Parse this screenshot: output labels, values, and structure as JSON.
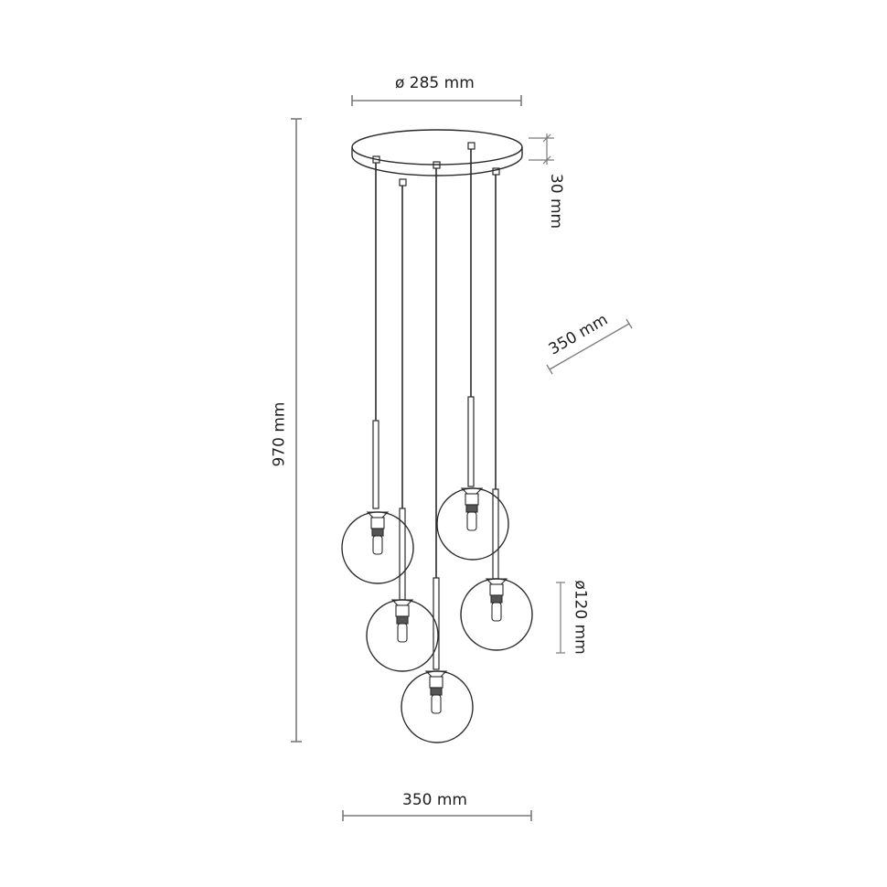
{
  "diagram": {
    "subject": "5-light pendant lamp with glass globes",
    "dimensions": {
      "canopy_diameter": "ø 285 mm",
      "canopy_height": "30 mm",
      "total_height": "970 mm",
      "spread_depth": "350 mm",
      "spread_width": "350 mm",
      "globe_diameter": "ø120 mm"
    },
    "colors": {
      "line": "#2a2a2a",
      "dimension_line": "#7a7a7a",
      "text": "#1e1e1e",
      "background": "#ffffff"
    }
  }
}
